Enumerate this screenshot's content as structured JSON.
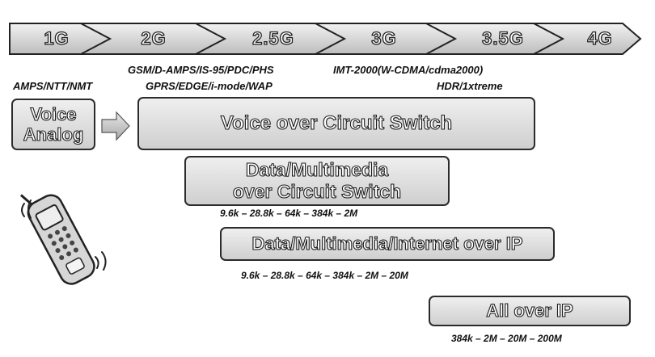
{
  "generations": [
    "1G",
    "2G",
    "2.5G",
    "3G",
    "3.5G",
    "4G"
  ],
  "standards": {
    "first_gen": "AMPS/NTT/NMT",
    "second_gen": "GSM/D-AMPS/IS-95/PDC/PHS",
    "second_half_gen": "GPRS/EDGE/i-mode/WAP",
    "third_gen": "IMT-2000(W-CDMA/cdma2000)",
    "third_half_gen": "HDR/1xtreme"
  },
  "boxes": {
    "voice_analog_line1": "Voice",
    "voice_analog_line2": "Analog",
    "voice_circuit": "Voice over Circuit Switch",
    "data_circuit_line1": "Data/Multimedia",
    "data_circuit_line2": "over Circuit Switch",
    "data_ip": "Data/Multimedia/Internet over IP",
    "all_ip": "All over IP"
  },
  "speeds": {
    "data_circuit": "9.6k – 28.8k – 64k – 384k – 2M",
    "data_ip": "9.6k – 28.8k – 64k – 384k – 2M – 20M",
    "all_ip": "384k – 2M – 20M – 200M"
  },
  "icons": {
    "shift_arrow": "right-arrow-icon",
    "phone": "mobile-phone-icon"
  }
}
